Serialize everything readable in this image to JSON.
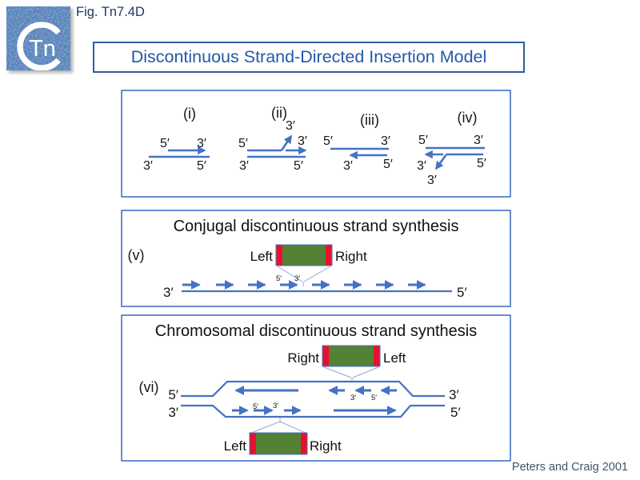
{
  "page": {
    "fig_label": "Fig. Tn7.4D",
    "logo_text": "Tn",
    "title": "Discontinuous Strand-Directed Insertion Model",
    "citation": "Peters and Craig 2001"
  },
  "labels": {
    "five_prime": "5′",
    "three_prime": "3′",
    "left": "Left",
    "right": "Right"
  },
  "panels": {
    "steps": {
      "items": [
        "(i)",
        "(ii)",
        "(iii)",
        "(iv)"
      ]
    },
    "conjugal": {
      "title": "Conjugal discontinuous strand synthesis",
      "item": "(v)"
    },
    "chromosomal": {
      "title": "Chromosomal discontinuous strand synthesis",
      "item": "(vi)"
    }
  },
  "colors": {
    "strand_blue": "#4472C4",
    "title_blue": "#2E5FA3",
    "fig_navy": "#1F3864",
    "transposon_green": "#538135",
    "transposon_red": "#E8112D",
    "citation_gray": "#44546A",
    "logo_blue": "#4A79B5"
  }
}
